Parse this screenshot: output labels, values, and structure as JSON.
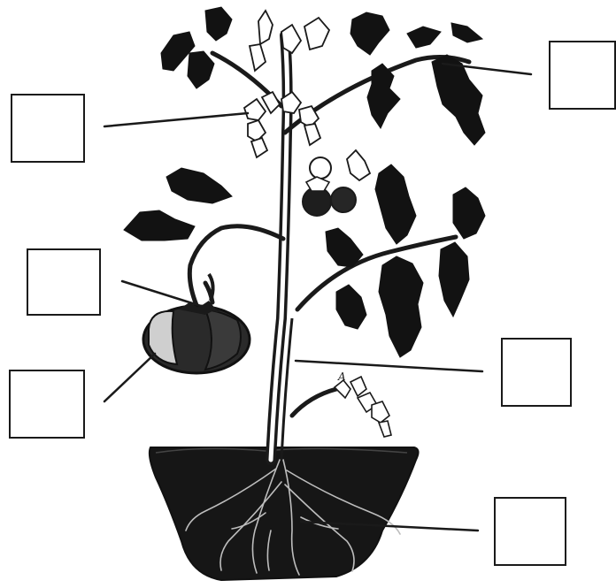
{
  "diagram": {
    "labels": [
      {
        "id": "flower",
        "text": ""
      },
      {
        "id": "leaf",
        "text": ""
      },
      {
        "id": "fruit_stalk",
        "text": ""
      },
      {
        "id": "fruit",
        "text": ""
      },
      {
        "id": "stem",
        "text": ""
      },
      {
        "id": "root",
        "text": ""
      }
    ],
    "annotation": "A",
    "colors": {
      "ink": "#1a1a1a",
      "leaf": "#121212",
      "soil": "#161616",
      "root": "#bdbdbd",
      "fruit": "#2a2a2a",
      "fruit_highlight": "#cfcfcf"
    }
  }
}
